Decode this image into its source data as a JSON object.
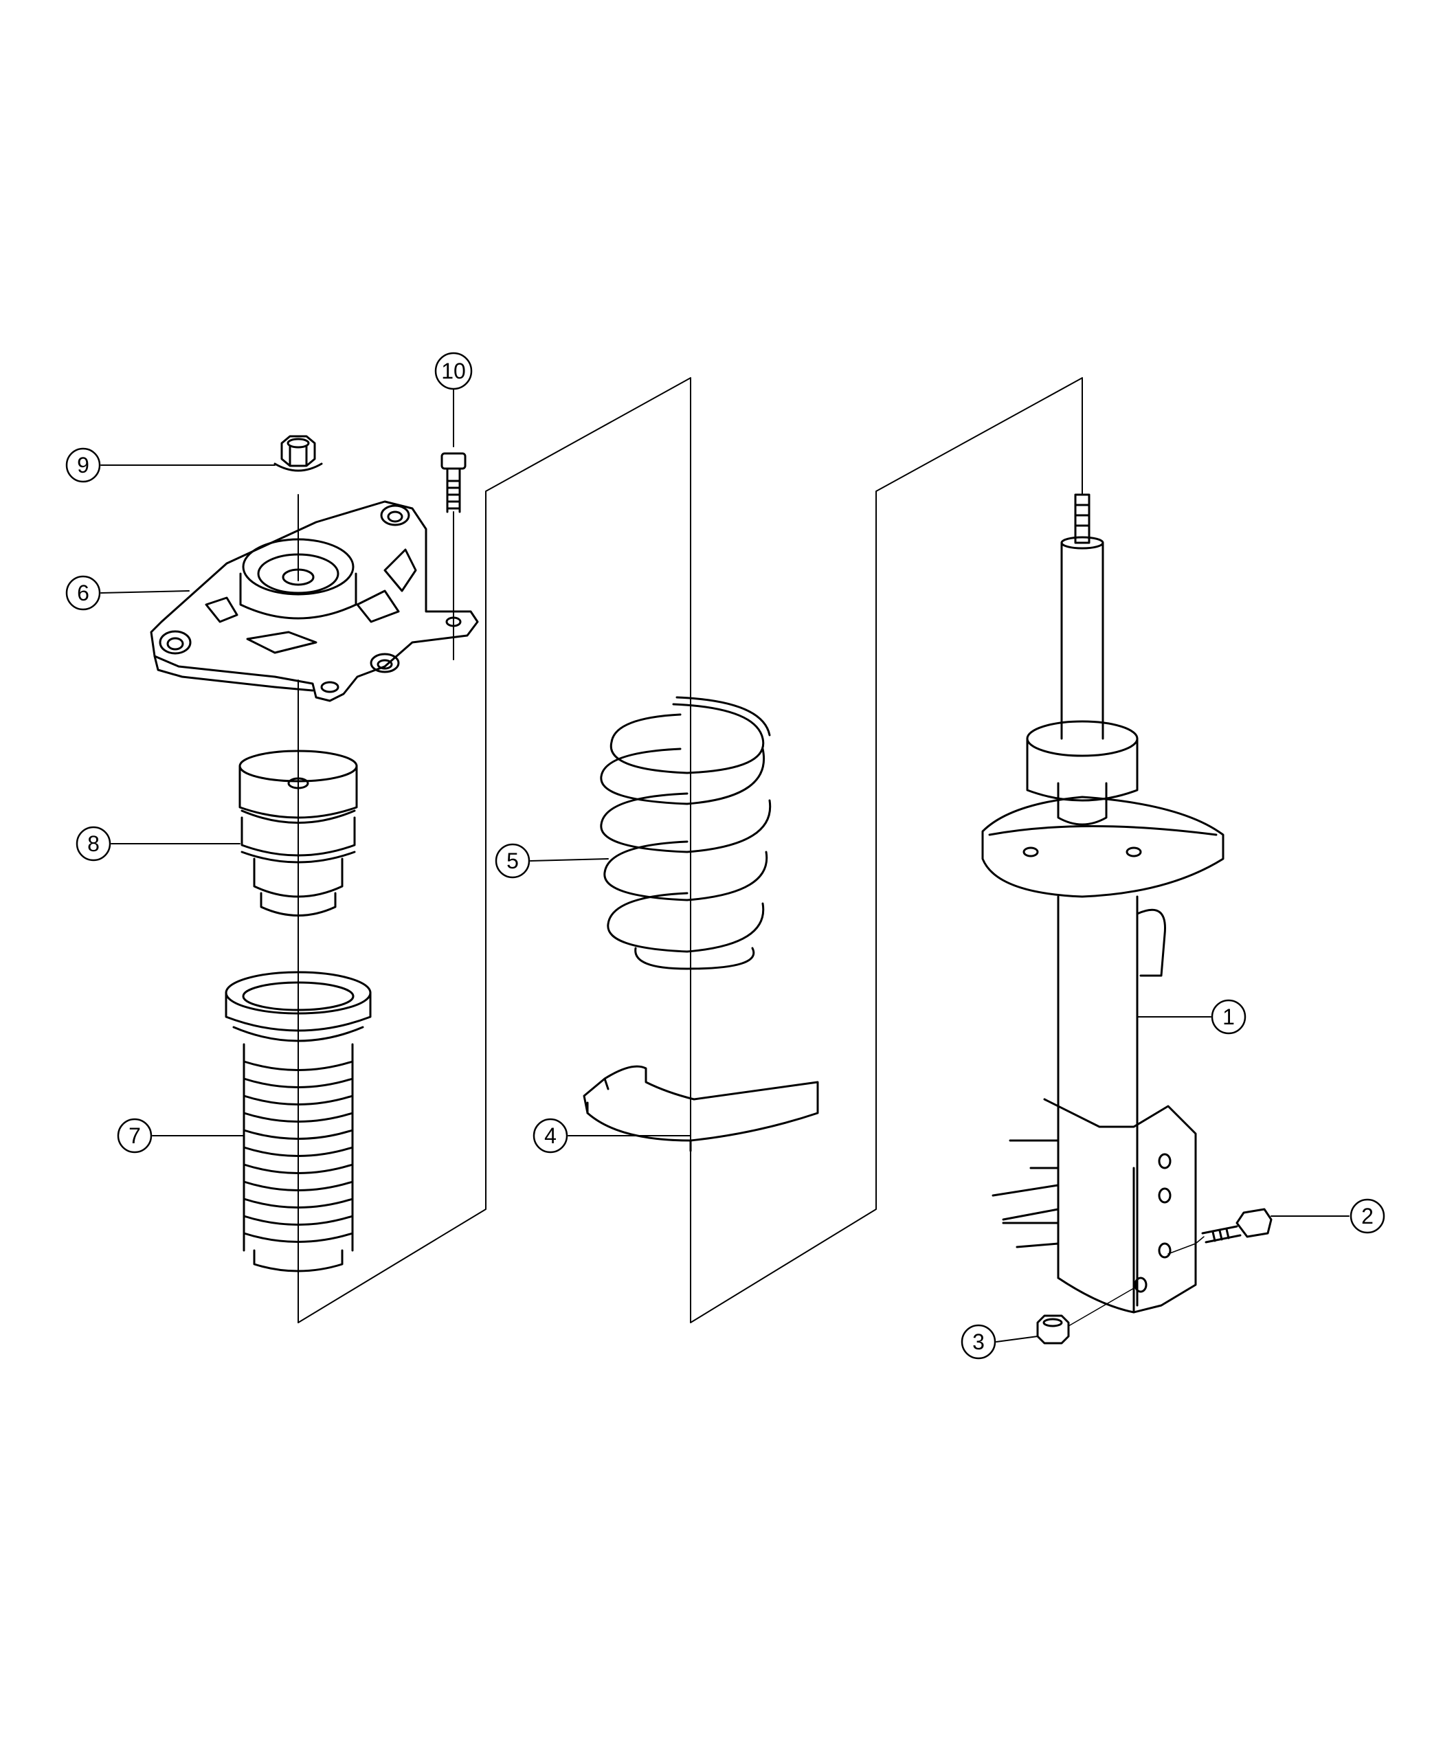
{
  "diagram": {
    "background": "#ffffff",
    "line_color": "#000000",
    "callouts": [
      {
        "id": "1",
        "label": "1",
        "part": "strut-assembly"
      },
      {
        "id": "2",
        "label": "2",
        "part": "bolt"
      },
      {
        "id": "3",
        "label": "3",
        "part": "nut"
      },
      {
        "id": "4",
        "label": "4",
        "part": "spring-isolator"
      },
      {
        "id": "5",
        "label": "5",
        "part": "coil-spring"
      },
      {
        "id": "6",
        "label": "6",
        "part": "upper-strut-mount"
      },
      {
        "id": "7",
        "label": "7",
        "part": "dust-boot"
      },
      {
        "id": "8",
        "label": "8",
        "part": "jounce-bumper"
      },
      {
        "id": "9",
        "label": "9",
        "part": "mount-nut"
      },
      {
        "id": "10",
        "label": "10",
        "part": "mount-bolt"
      }
    ]
  }
}
